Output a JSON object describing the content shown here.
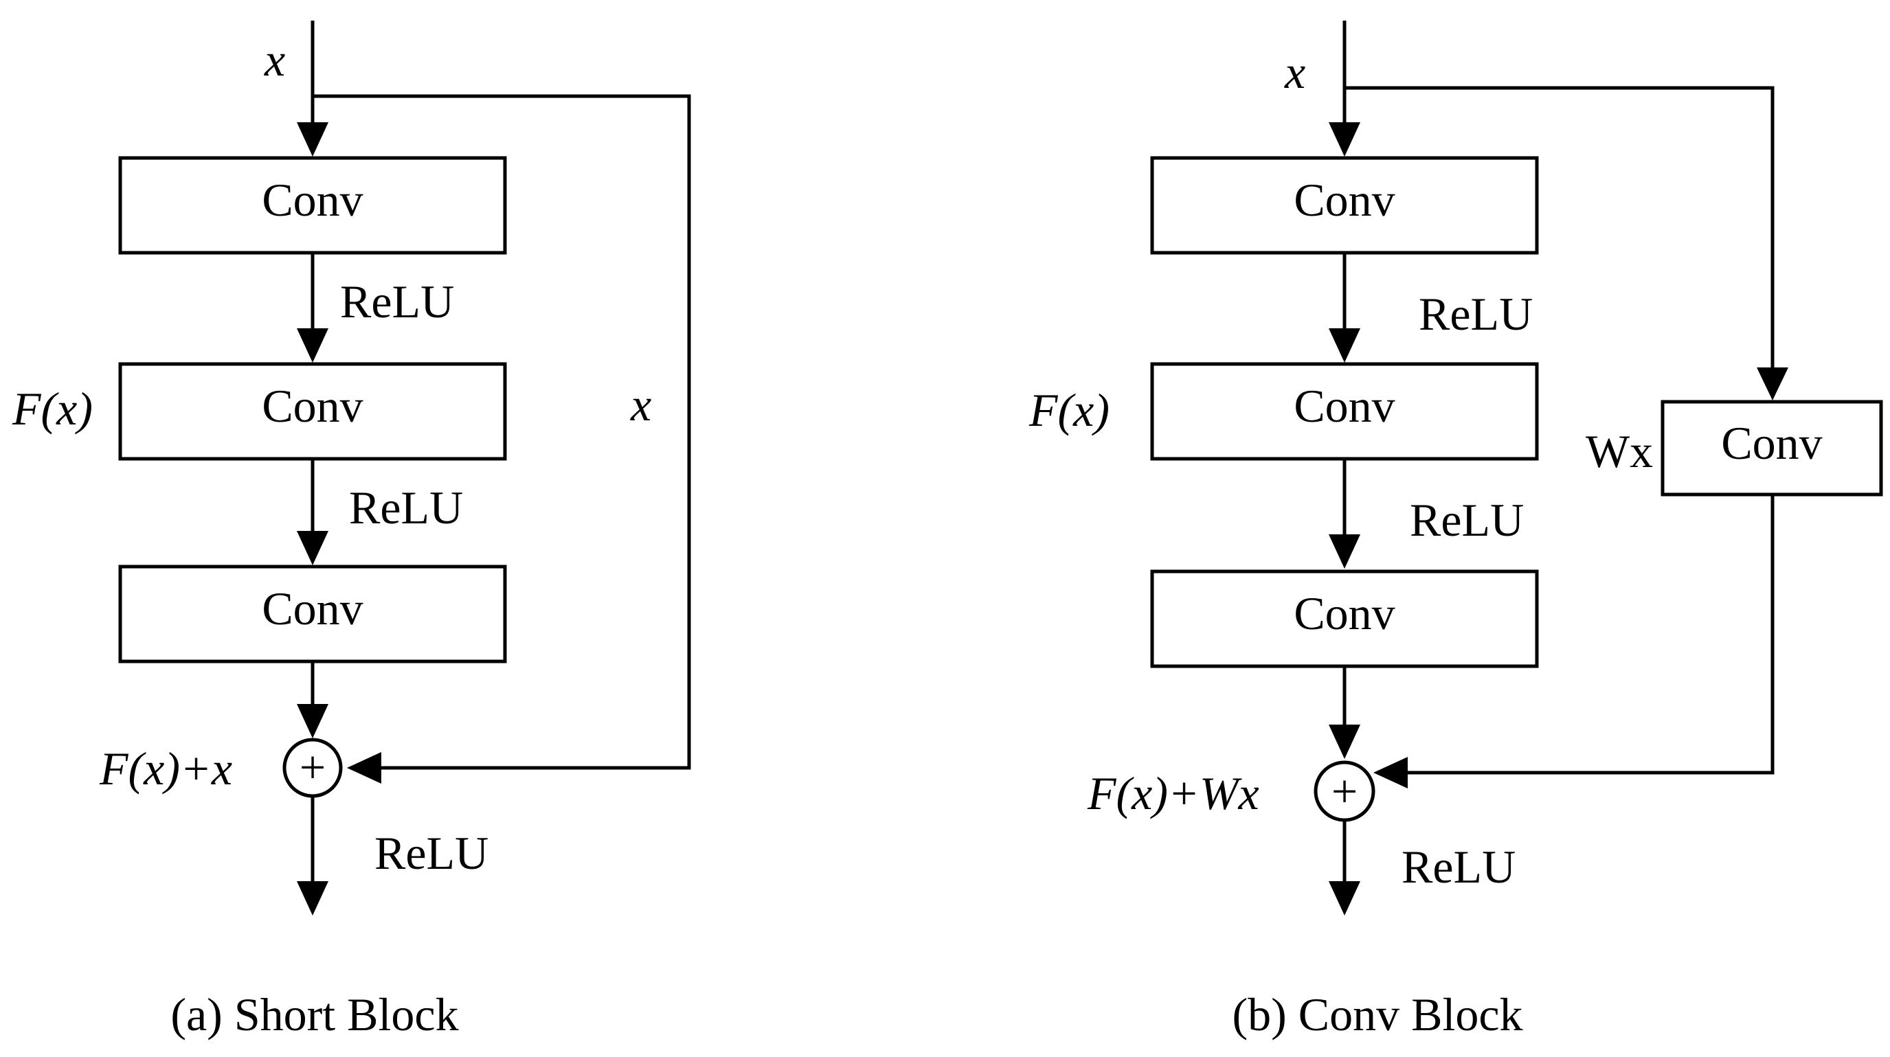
{
  "diagram_a": {
    "input_label": "x",
    "conv1": "Conv",
    "relu1": "ReLU",
    "side_label": "F(x)",
    "conv2": "Conv",
    "relu2": "ReLU",
    "conv3": "Conv",
    "skip_label": "x",
    "sum_label": "F(x)+x",
    "plus": "+",
    "relu_out": "ReLU",
    "caption": "(a) Short Block"
  },
  "diagram_b": {
    "input_label": "x",
    "conv1": "Conv",
    "relu1": "ReLU",
    "side_label": "F(x)",
    "conv2": "Conv",
    "relu2": "ReLU",
    "conv3": "Conv",
    "shortcut_conv": "Conv",
    "shortcut_label": "Wx",
    "sum_label": "F(x)+Wx",
    "plus": "+",
    "relu_out": "ReLU",
    "caption": "(b) Conv Block"
  }
}
